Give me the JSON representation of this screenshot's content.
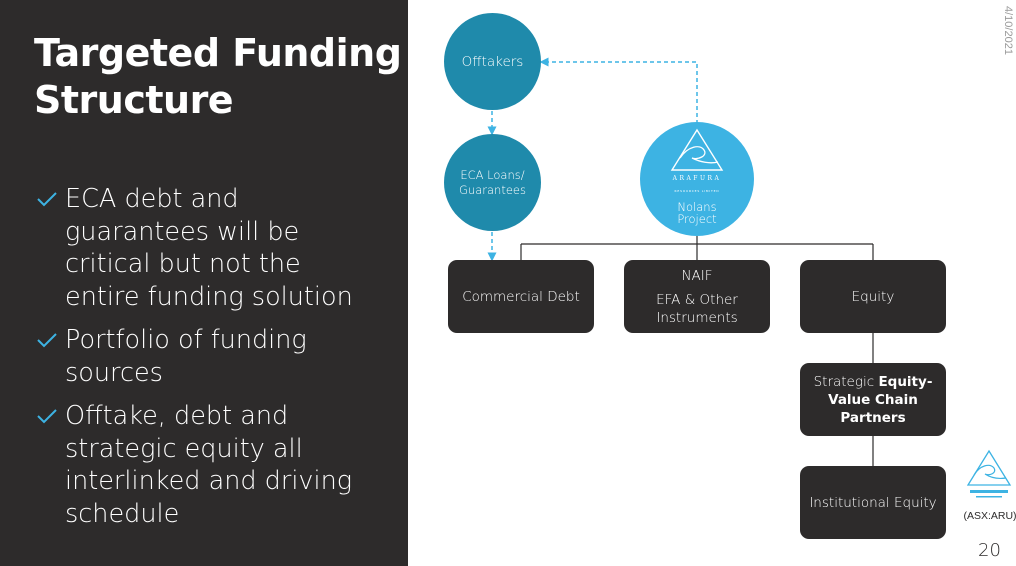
{
  "slide": {
    "title": "Targeted Funding Structure",
    "date": "4/10/2021",
    "page_number": "20",
    "ticker": "(ASX:ARU)"
  },
  "bullets": [
    {
      "text": "ECA debt and guarantees will be critical but not the entire funding solution",
      "icon": "checkmark-icon"
    },
    {
      "text": "Portfolio of funding sources",
      "icon": "checkmark-icon"
    },
    {
      "text": "Offtake, debt and strategic equity all interlinked and driving schedule",
      "icon": "checkmark-icon"
    }
  ],
  "diagram": {
    "offtakers": "Offtakers",
    "eca": {
      "line1": "ECA Loans/",
      "line2": "Guarantees"
    },
    "nolans": {
      "logo_text": "ARAFURA",
      "logo_sub": "RESOURCES LIMITED",
      "line1": "Nolans",
      "line2": "Project"
    },
    "commercial_debt": "Commercial Debt",
    "naif": {
      "title": "NAIF",
      "line1": "EFA & Other",
      "line2": "Instruments"
    },
    "equity": "Equity",
    "strategic": {
      "prefix": "Strategic ",
      "bold1": "Equity-",
      "bold2": "Value Chain",
      "bold3": "Partners"
    },
    "institutional_equity": "Institutional Equity"
  },
  "colors": {
    "dark_panel": "#2d2b2b",
    "teal_circle": "#1f8aab",
    "light_blue_circle": "#3db3e3",
    "dashed_arrow": "#3db3e3",
    "check": "#3db3e3"
  }
}
